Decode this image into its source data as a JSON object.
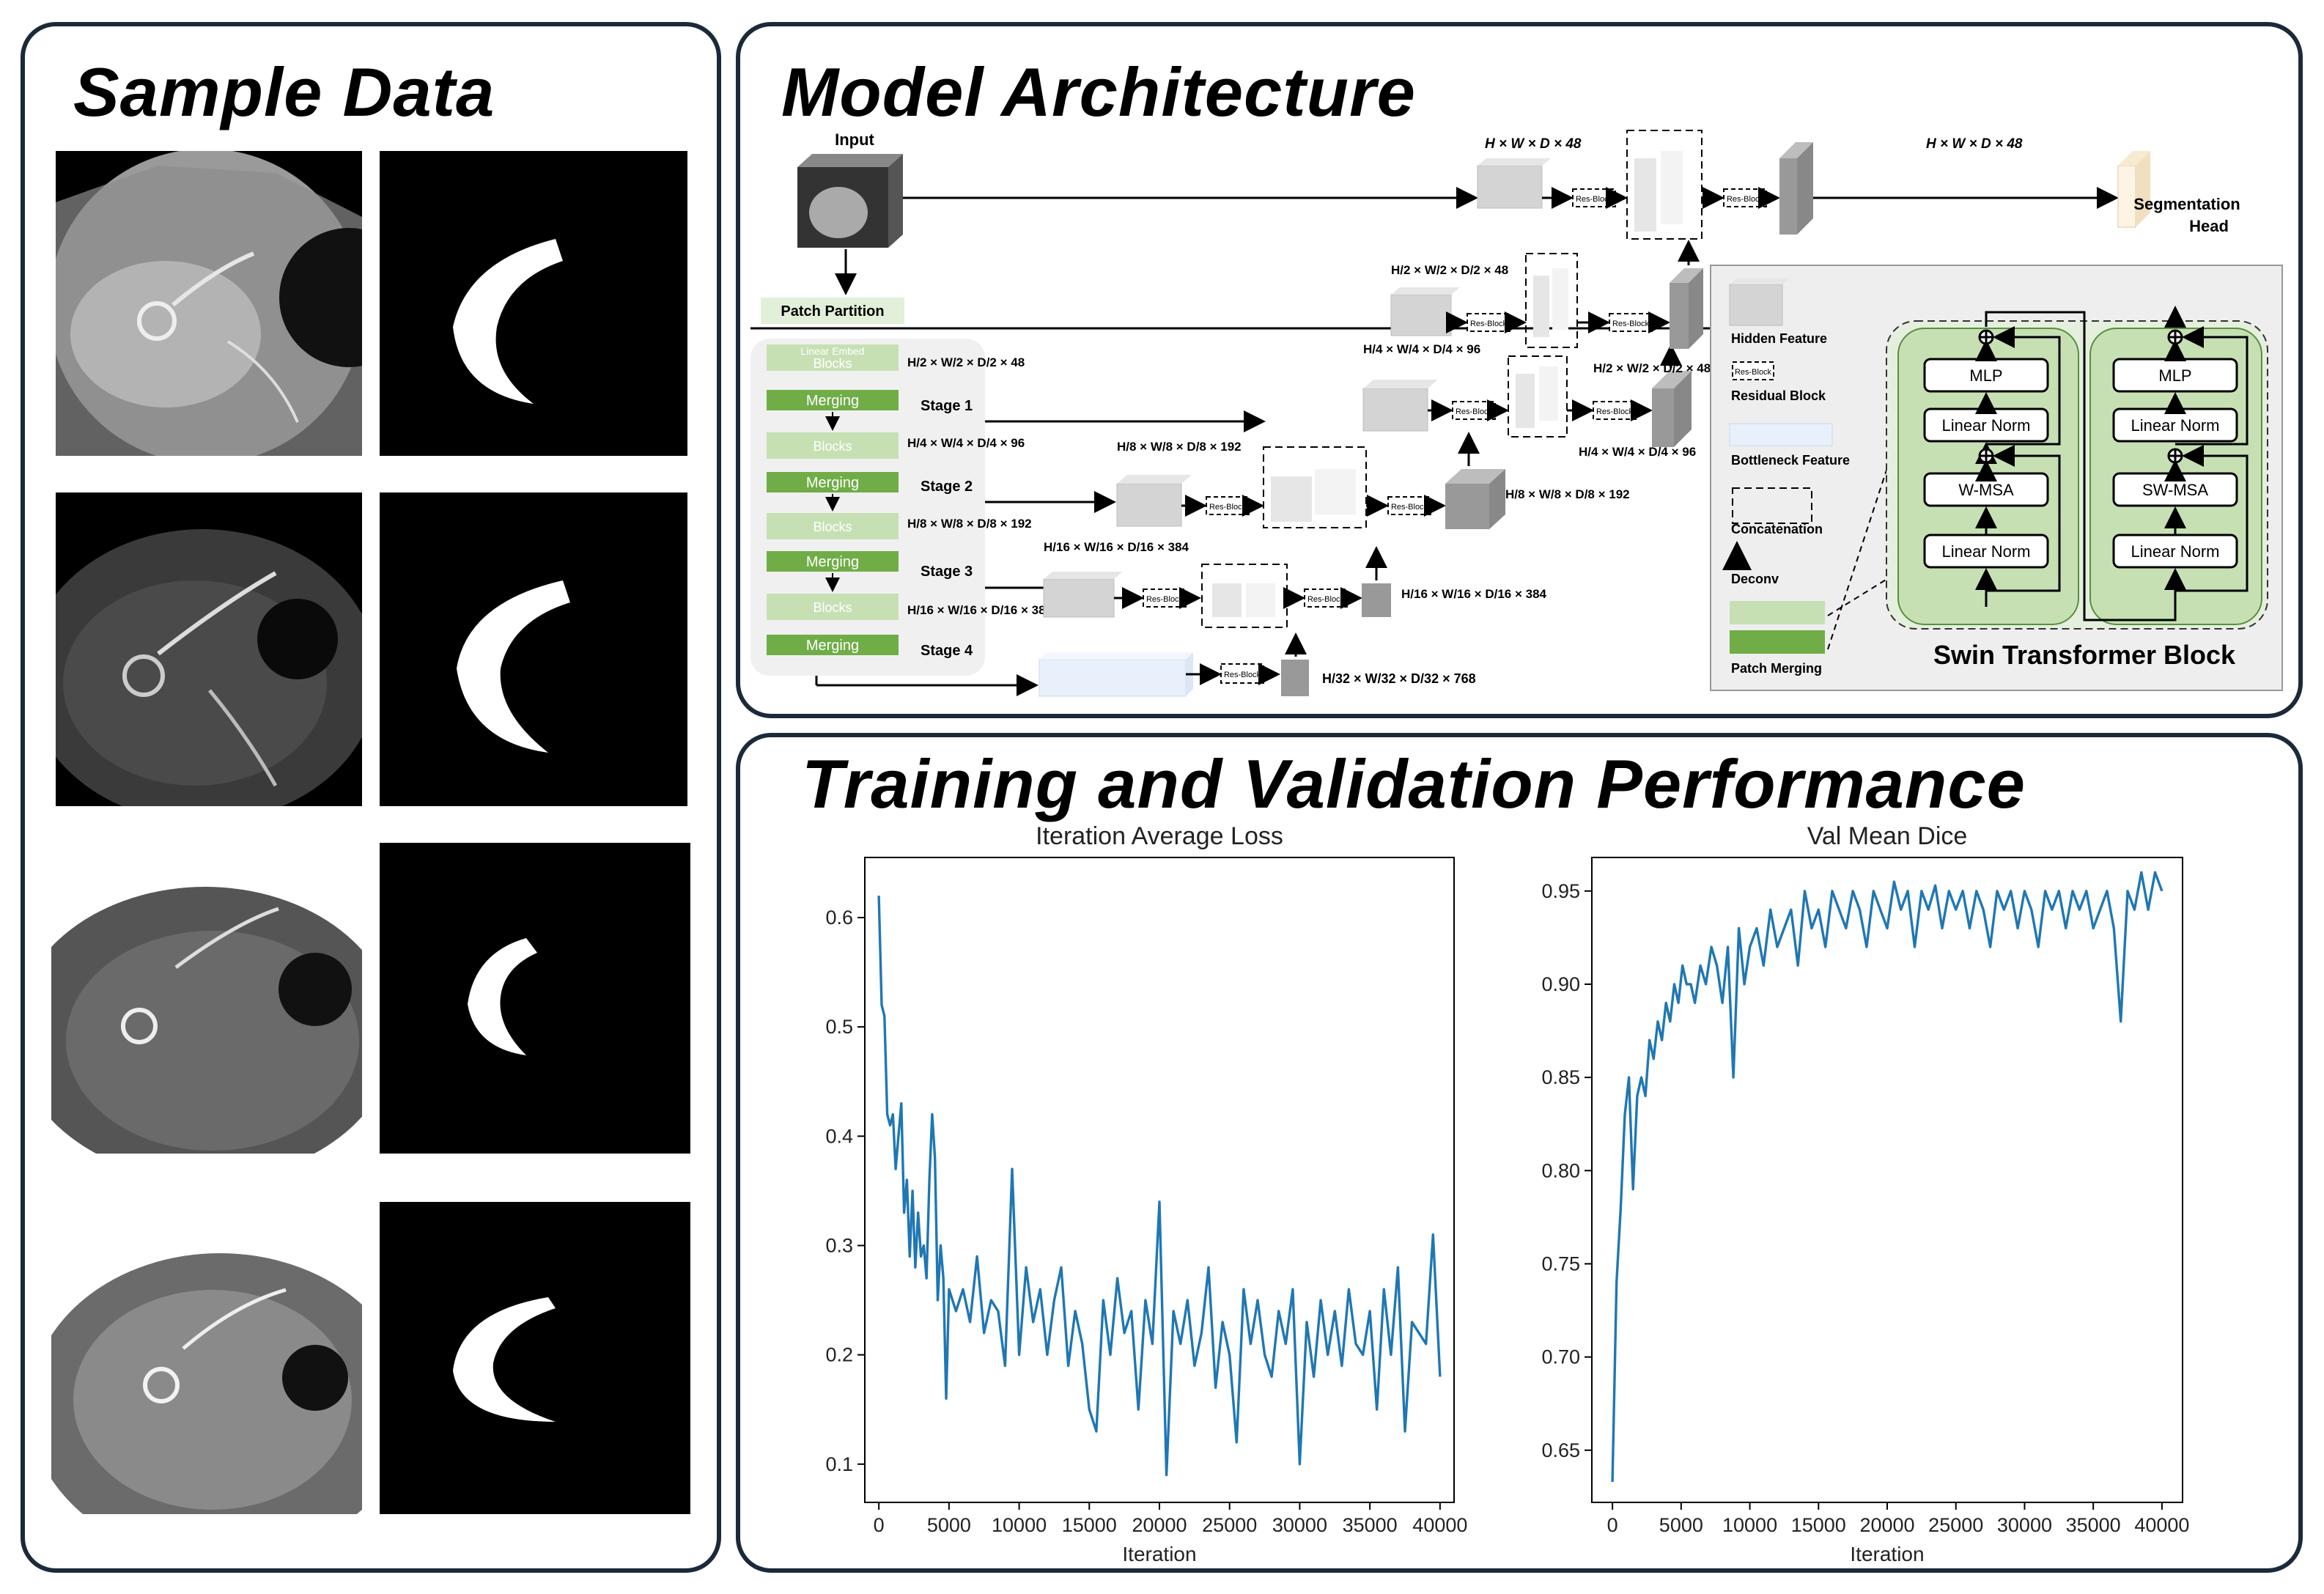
{
  "panels": {
    "sample": {
      "title": "Sample Data"
    },
    "model": {
      "title": "Model Architecture"
    },
    "perf": {
      "title": "Training and Validation Performance"
    }
  },
  "architecture": {
    "input_label": "Input",
    "patch_partition": "Patch Partition",
    "linear_embed": "Linear Embed",
    "blocks": "Blocks",
    "merging": "Merging",
    "stages": [
      "Stage 1",
      "Stage 2",
      "Stage 3",
      "Stage 4"
    ],
    "stage_dims": [
      "H/2 × W/2 × D/2 × 48",
      "H/4 × W/4 × D/4 × 96",
      "H/8 × W/8 × D/8 × 192",
      "H/16 × W/16 × D/16 × 384"
    ],
    "res_block": "Res-Block",
    "dims": {
      "top": "H × W × D × 48",
      "top_right": "H × W × D × 48",
      "l1": "H/2 × W/2 × D/2 × 48",
      "l1b": "H/2 × W/2 × D/2 × 48",
      "l2": "H/4 × W/4 × D/4 × 96",
      "l2b": "H/4 × W/4 × D/4 × 96",
      "l3": "H/8 × W/8 × D/8 × 192",
      "l3b": "H/8 × W/8 × D/8 × 192",
      "l4": "H/16 × W/16 × D/16 × 384",
      "l4b": "H/16 × W/16 × D/16 × 384",
      "bottleneck": "H/32 × W/32 × D/32 × 768"
    },
    "seg_head": [
      "Segmentation",
      "Head"
    ],
    "legend": {
      "hidden": "Hidden Feature",
      "residual": "Residual Block",
      "bottleneck": "Bottleneck Feature",
      "concat": "Concatenation",
      "deconv": "Deconv",
      "patch_merging": "Patch Merging"
    },
    "swin": {
      "title": "Swin Transformer Block",
      "left": [
        "MLP",
        "Linear Norm",
        "W-MSA",
        "Linear Norm"
      ],
      "right": [
        "MLP",
        "Linear Norm",
        "SW-MSA",
        "Linear Norm"
      ]
    }
  },
  "chart_data": [
    {
      "type": "line",
      "title": "Iteration Average Loss",
      "xlabel": "Iteration",
      "ylabel": "",
      "xlim": [
        -1000,
        41000
      ],
      "ylim": [
        0.065,
        0.655
      ],
      "xticks": [
        0,
        5000,
        10000,
        15000,
        20000,
        25000,
        30000,
        35000,
        40000
      ],
      "yticks": [
        0.1,
        0.2,
        0.3,
        0.4,
        0.5,
        0.6
      ],
      "color": "#1f77b4",
      "series": [
        {
          "x": [
            0,
            200,
            400,
            600,
            800,
            1000,
            1200,
            1400,
            1600,
            1800,
            2000,
            2200,
            2400,
            2600,
            2800,
            3000,
            3200,
            3400,
            3600,
            3800,
            4000,
            4200,
            4400,
            4600,
            4800,
            5000,
            5500,
            6000,
            6500,
            7000,
            7500,
            8000,
            8500,
            9000,
            9500,
            10000,
            10500,
            11000,
            11500,
            12000,
            12500,
            13000,
            13500,
            14000,
            14500,
            15000,
            15500,
            16000,
            16500,
            17000,
            17500,
            18000,
            18500,
            19000,
            19500,
            20000,
            20500,
            21000,
            21500,
            22000,
            22500,
            23000,
            23500,
            24000,
            24500,
            25000,
            25500,
            26000,
            26500,
            27000,
            27500,
            28000,
            28500,
            29000,
            29500,
            30000,
            30500,
            31000,
            31500,
            32000,
            32500,
            33000,
            33500,
            34000,
            34500,
            35000,
            35500,
            36000,
            36500,
            37000,
            37500,
            38000,
            38500,
            39000,
            39500,
            40000
          ],
          "y": [
            0.62,
            0.52,
            0.51,
            0.42,
            0.41,
            0.42,
            0.37,
            0.4,
            0.43,
            0.33,
            0.36,
            0.29,
            0.35,
            0.28,
            0.33,
            0.29,
            0.3,
            0.27,
            0.36,
            0.42,
            0.38,
            0.25,
            0.3,
            0.27,
            0.16,
            0.26,
            0.24,
            0.26,
            0.23,
            0.29,
            0.22,
            0.25,
            0.24,
            0.19,
            0.37,
            0.2,
            0.28,
            0.23,
            0.26,
            0.2,
            0.25,
            0.28,
            0.19,
            0.24,
            0.21,
            0.15,
            0.13,
            0.25,
            0.2,
            0.27,
            0.22,
            0.24,
            0.15,
            0.25,
            0.21,
            0.34,
            0.09,
            0.24,
            0.21,
            0.25,
            0.19,
            0.22,
            0.28,
            0.17,
            0.23,
            0.2,
            0.12,
            0.26,
            0.21,
            0.25,
            0.2,
            0.18,
            0.24,
            0.21,
            0.26,
            0.1,
            0.23,
            0.18,
            0.25,
            0.2,
            0.24,
            0.19,
            0.26,
            0.21,
            0.2,
            0.24,
            0.15,
            0.26,
            0.2,
            0.28,
            0.13,
            0.23,
            0.22,
            0.21,
            0.31,
            0.18
          ]
        }
      ]
    },
    {
      "type": "line",
      "title": "Val Mean Dice",
      "xlabel": "Iteration",
      "ylabel": "",
      "xlim": [
        -1500,
        41500
      ],
      "ylim": [
        0.622,
        0.968
      ],
      "xticks": [
        0,
        5000,
        10000,
        15000,
        20000,
        25000,
        30000,
        35000,
        40000
      ],
      "yticks": [
        0.65,
        0.7,
        0.75,
        0.8,
        0.85,
        0.9,
        0.95
      ],
      "color": "#1f77b4",
      "series": [
        {
          "x": [
            0,
            300,
            600,
            900,
            1200,
            1500,
            1800,
            2100,
            2400,
            2700,
            3000,
            3300,
            3600,
            3900,
            4200,
            4500,
            4800,
            5100,
            5400,
            5700,
            6000,
            6400,
            6800,
            7200,
            7600,
            8000,
            8400,
            8800,
            9200,
            9600,
            10000,
            10500,
            11000,
            11500,
            12000,
            12500,
            13000,
            13500,
            14000,
            14500,
            15000,
            15500,
            16000,
            16500,
            17000,
            17500,
            18000,
            18500,
            19000,
            19500,
            20000,
            20500,
            21000,
            21500,
            22000,
            22500,
            23000,
            23500,
            24000,
            24500,
            25000,
            25500,
            26000,
            26500,
            27000,
            27500,
            28000,
            28500,
            29000,
            29500,
            30000,
            30500,
            31000,
            31500,
            32000,
            32500,
            33000,
            33500,
            34000,
            34500,
            35000,
            35500,
            36000,
            36500,
            37000,
            37500,
            38000,
            38500,
            39000,
            39500,
            40000
          ],
          "y": [
            0.633,
            0.74,
            0.78,
            0.83,
            0.85,
            0.79,
            0.84,
            0.85,
            0.84,
            0.87,
            0.86,
            0.88,
            0.87,
            0.89,
            0.88,
            0.9,
            0.89,
            0.91,
            0.9,
            0.9,
            0.89,
            0.91,
            0.9,
            0.92,
            0.91,
            0.89,
            0.92,
            0.85,
            0.93,
            0.9,
            0.92,
            0.93,
            0.91,
            0.94,
            0.92,
            0.93,
            0.94,
            0.91,
            0.95,
            0.93,
            0.94,
            0.92,
            0.95,
            0.94,
            0.93,
            0.95,
            0.94,
            0.92,
            0.95,
            0.94,
            0.93,
            0.955,
            0.94,
            0.95,
            0.92,
            0.95,
            0.94,
            0.953,
            0.93,
            0.95,
            0.94,
            0.95,
            0.93,
            0.95,
            0.94,
            0.92,
            0.95,
            0.94,
            0.95,
            0.93,
            0.95,
            0.94,
            0.92,
            0.95,
            0.94,
            0.95,
            0.93,
            0.95,
            0.94,
            0.95,
            0.93,
            0.94,
            0.95,
            0.93,
            0.88,
            0.95,
            0.94,
            0.96,
            0.94,
            0.96,
            0.95
          ]
        }
      ]
    }
  ]
}
